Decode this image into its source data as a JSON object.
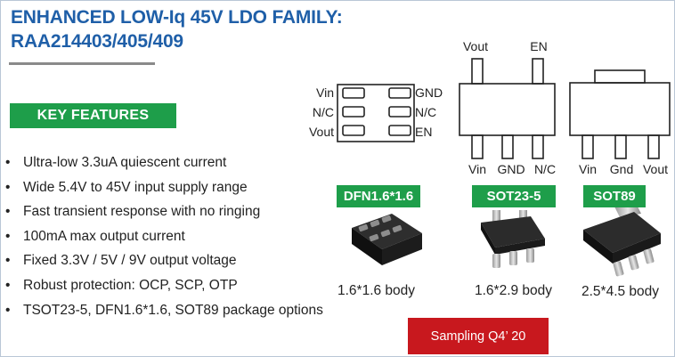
{
  "title": {
    "line1": "ENHANCED LOW-Iq 45V LDO FAMILY:",
    "line2": "RAA214403/405/409"
  },
  "key_features": {
    "heading": "KEY FEATURES",
    "bullet": "•",
    "items": [
      "Ultra-low 3.3uA quiescent current",
      "Wide 5.4V to 45V input supply range",
      "Fast transient response with no ringing",
      "100mA max output current",
      "Fixed 3.3V / 5V / 9V output voltage",
      "Robust protection: OCP, SCP, OTP",
      "TSOT23-5, DFN1.6*1.6, SOT89 package options"
    ]
  },
  "packages": {
    "dfn": {
      "tag": "DFN1.6*1.6",
      "body": "1.6*1.6 body",
      "left_pins": [
        "Vin",
        "N/C",
        "Vout"
      ],
      "right_pins": [
        "GND",
        "N/C",
        "EN"
      ]
    },
    "sot23": {
      "tag": "SOT23-5",
      "body": "1.6*2.9 body",
      "top_pins": [
        "Vout",
        "EN"
      ],
      "bottom_pins": [
        "Vin",
        "GND",
        "N/C"
      ]
    },
    "sot89": {
      "tag": "SOT89",
      "body": "2.5*4.5 body",
      "bottom_pins": [
        "Vin",
        "Gnd",
        "Vout"
      ]
    }
  },
  "sampling": "Sampling Q4’ 20",
  "colors": {
    "title_blue": "#1f5fa8",
    "tag_green": "#1e9e4a",
    "sampling_red": "#c8181e"
  }
}
